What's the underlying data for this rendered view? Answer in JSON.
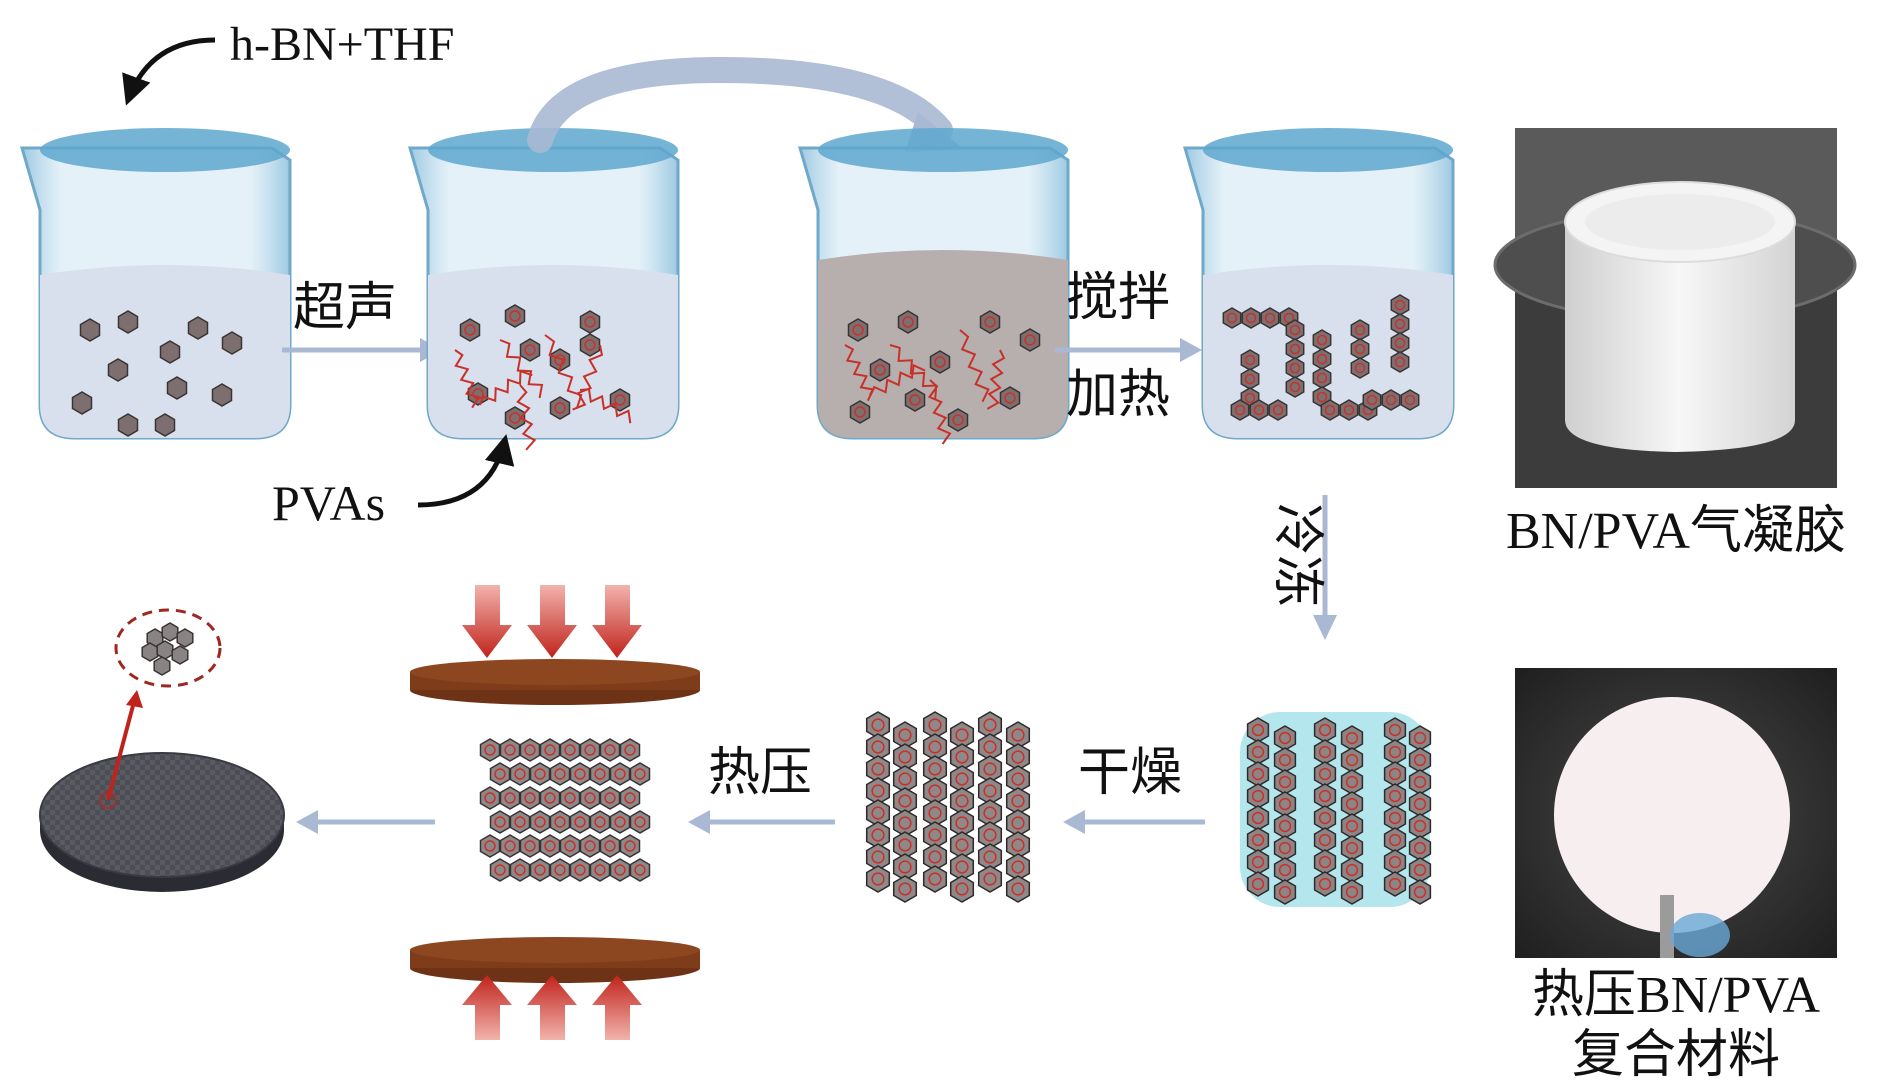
{
  "labels": {
    "solvent": "h-BN+THF",
    "pvas": "PVAs",
    "ultrasonic": "超声",
    "stir": "搅拌",
    "heat": "加热",
    "freeze": "冷冻",
    "dry": "干燥",
    "hot_press": "热压",
    "aerogel_caption": "BN/PVA气凝胶",
    "composite_caption_line1": "热压BN/PVA",
    "composite_caption_line2": "复合材料"
  },
  "colors": {
    "arrow": "#a9b9d3",
    "pointer": "#111111",
    "press_arrow": "#c0231b",
    "press_plate": "#6e3317",
    "liquid_clear": "#d7e0ec",
    "liquid_grey": "#b7aeae",
    "water_surface": "#5ea7cf",
    "hexagon": "#7d6f6f",
    "polymer": "#c8312a",
    "ice_glow": "#58c7d9"
  }
}
